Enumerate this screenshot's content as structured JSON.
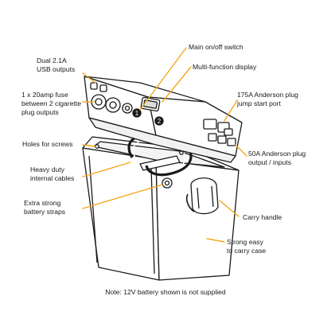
{
  "labels": {
    "usb": "Dual 2.1A\nUSB outputs",
    "fuse": "1 x 20amp fuse\nbetween 2 cigarette\nplug outputs",
    "screws": "Holes for screws",
    "cables": "Heavy duty\ninternal cables",
    "straps": "Extra strong\nbattery straps",
    "switch": "Main on/off switch",
    "display": "Multi-function display",
    "anderson175": "175A Anderson plug\njump start port",
    "anderson50": "50A Anderson plug\noutput / inputs",
    "handle": "Carry handle",
    "case": "Strong easy\nto carry case"
  },
  "markers": {
    "one": "1",
    "two": "2"
  },
  "note": "Note: 12V battery shown is not supplied",
  "colors": {
    "leader": "#f2a81d",
    "outline": "#1a1a1a",
    "fill": "#ffffff"
  }
}
